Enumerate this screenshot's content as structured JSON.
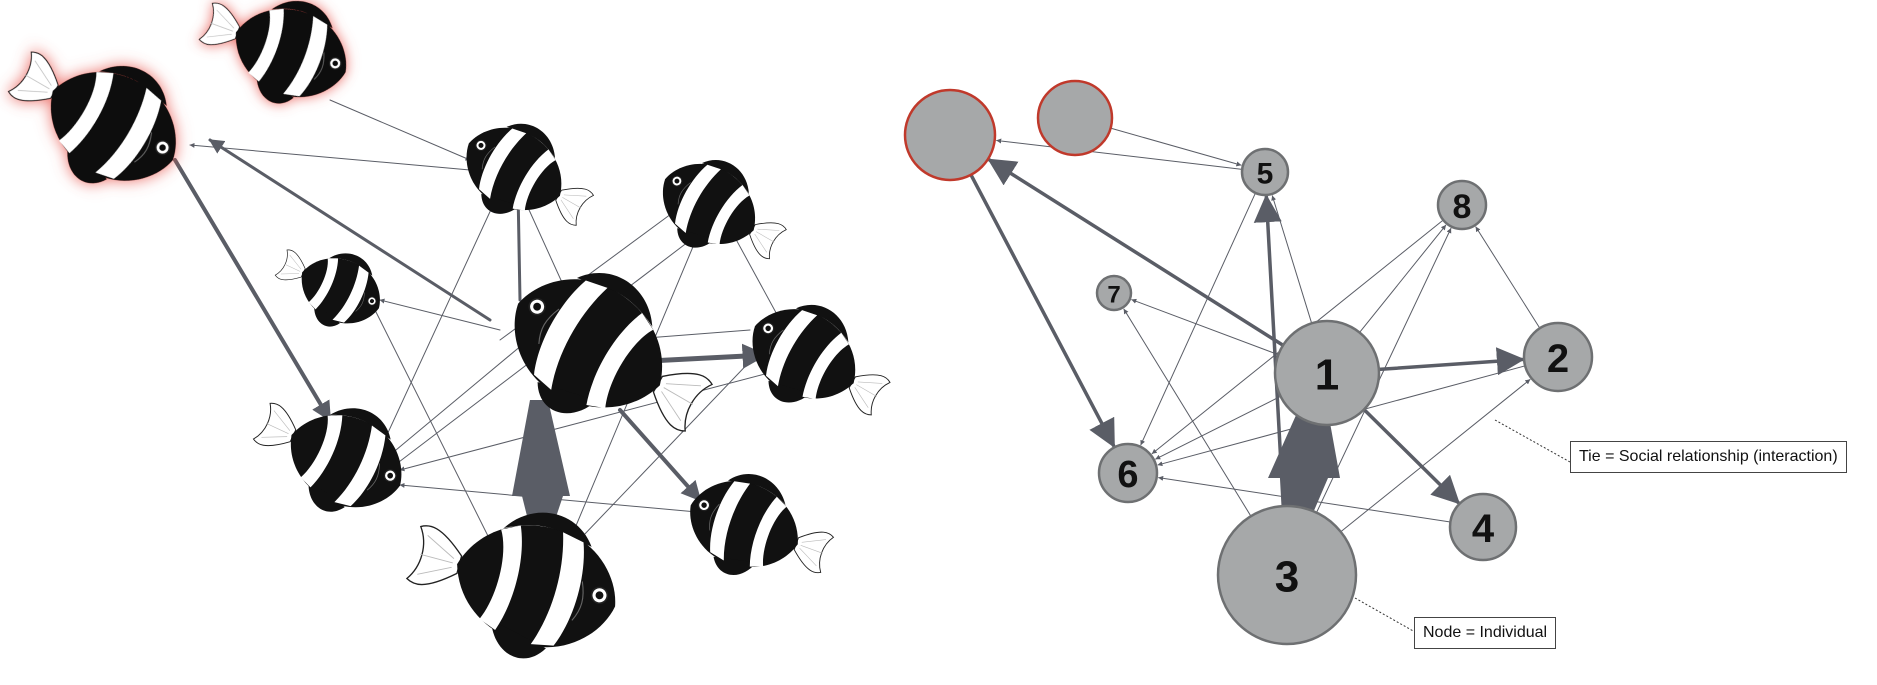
{
  "colors": {
    "edge": "#5a5d66",
    "node_fill": "#a6a8a9",
    "node_stroke": "#6e7072",
    "highlight_stroke": "#c0392b",
    "fish_body": "#111111",
    "fish_stripe": "#ffffff",
    "fish_glow": "#e8554d"
  },
  "network": {
    "nodes": [
      {
        "id": "A",
        "label": ""
      },
      {
        "id": "B",
        "label": ""
      },
      {
        "id": "5",
        "label": "5"
      },
      {
        "id": "8",
        "label": "8"
      },
      {
        "id": "7",
        "label": "7"
      },
      {
        "id": "1",
        "label": "1"
      },
      {
        "id": "2",
        "label": "2"
      },
      {
        "id": "6",
        "label": "6"
      },
      {
        "id": "4",
        "label": "4"
      },
      {
        "id": "3",
        "label": "3"
      }
    ],
    "ties": [
      {
        "from": "3",
        "to": "1",
        "weight": "strong"
      },
      {
        "from": "1",
        "to": "2",
        "weight": "medium"
      },
      {
        "from": "1",
        "to": "4",
        "weight": "medium"
      },
      {
        "from": "1",
        "to": "A",
        "weight": "medium"
      },
      {
        "from": "A",
        "to": "6",
        "weight": "medium"
      },
      {
        "from": "3",
        "to": "5",
        "weight": "medium"
      },
      {
        "from": "B",
        "to": "5",
        "weight": "thin"
      },
      {
        "from": "5",
        "to": "A",
        "weight": "thin"
      },
      {
        "from": "1",
        "to": "5",
        "weight": "thin"
      },
      {
        "from": "1",
        "to": "7",
        "weight": "thin"
      },
      {
        "from": "1",
        "to": "8",
        "weight": "thin"
      },
      {
        "from": "2",
        "to": "8",
        "weight": "thin"
      },
      {
        "from": "3",
        "to": "7",
        "weight": "thin"
      },
      {
        "from": "3",
        "to": "8",
        "weight": "thin"
      },
      {
        "from": "3",
        "to": "2",
        "weight": "thin"
      },
      {
        "from": "4",
        "to": "6",
        "weight": "thin"
      },
      {
        "from": "1",
        "to": "6",
        "weight": "thin"
      },
      {
        "from": "2",
        "to": "6",
        "weight": "thin"
      },
      {
        "from": "5",
        "to": "6",
        "weight": "thin"
      },
      {
        "from": "8",
        "to": "6",
        "weight": "thin"
      }
    ]
  },
  "annotations": {
    "tie": "Tie = Social relationship (interaction)",
    "node": "Node = Individual"
  }
}
